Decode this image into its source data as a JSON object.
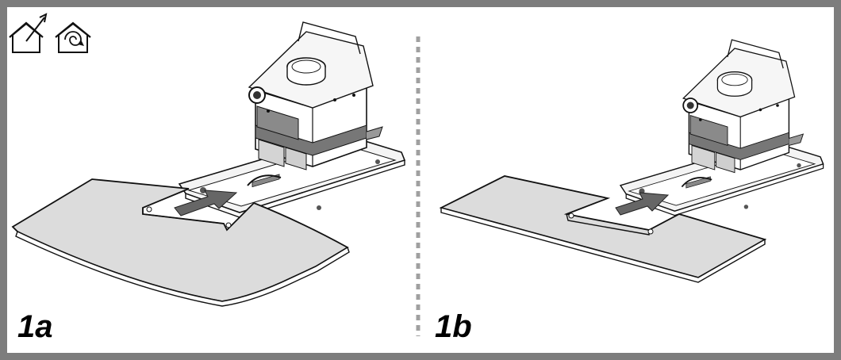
{
  "figures": [
    {
      "label": "1a",
      "panel_shape": "curved"
    },
    {
      "label": "1b",
      "panel_shape": "straight"
    }
  ],
  "icons": [
    "ducted-exhaust-house-icon",
    "recirculation-house-icon"
  ],
  "colors": {
    "frame": "#7d7d7d",
    "divider": "#a0a0a0",
    "panel_fill": "#dcdcdc",
    "arrow_fill": "#666666",
    "band_fill": "#777777",
    "line": "#111111"
  }
}
